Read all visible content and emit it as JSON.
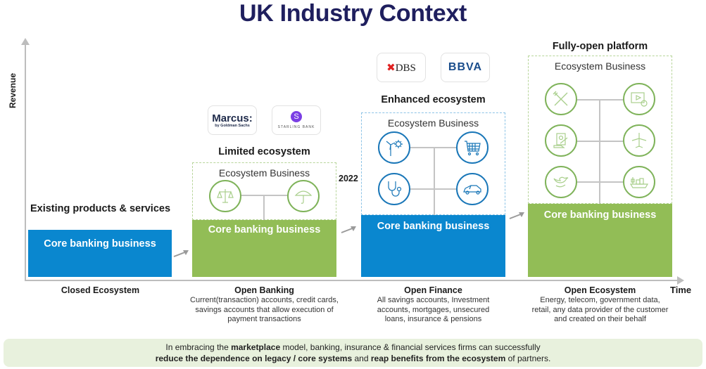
{
  "title": "UK Industry Context",
  "axes": {
    "y_label": "Revenue",
    "x_label": "Time"
  },
  "year_marker": "2022",
  "colors": {
    "title": "#1f1f5e",
    "core_blue": "#0a87cf",
    "core_green": "#92bd56",
    "footer_bg": "#e8f1dd"
  },
  "stages": [
    {
      "heading": "Existing products & services",
      "core_label": "Core banking business",
      "caption_title": "Closed Ecosystem",
      "caption_desc": ""
    },
    {
      "heading": "Limited ecosystem",
      "logos": [
        {
          "name": "Marcus:",
          "sub": "by Goldman Sachs"
        },
        {
          "name": "STARLING BANK"
        }
      ],
      "ecosystem_label": "Ecosystem Business",
      "icons": [
        "scales-icon",
        "umbrella-icon"
      ],
      "core_label": "Core banking business",
      "caption_title": "Open Banking",
      "caption_desc": "Current(transaction) accounts, credit cards, savings accounts that allow execution of payment transactions"
    },
    {
      "heading": "Enhanced ecosystem",
      "logos": [
        {
          "name": "DBS"
        },
        {
          "name": "BBVA"
        }
      ],
      "ecosystem_label": "Ecosystem Business",
      "icons": [
        "wind-solar-energy-icon",
        "shopping-cart-icon",
        "stethoscope-icon",
        "car-icon"
      ],
      "core_label": "Core banking business",
      "caption_title": "Open Finance",
      "caption_desc": "All savings accounts, Investment accounts, mortgages, unsecured loans, insurance & pensions"
    },
    {
      "heading": "Fully-open platform",
      "ecosystem_label": "Ecosystem Business",
      "icons": [
        "fork-knife-icon",
        "video-streaming-icon",
        "government-document-icon",
        "airplane-icon",
        "social-bird-icon",
        "cargo-ship-icon"
      ],
      "core_label": "Core banking business",
      "caption_title": "Open Ecosystem",
      "caption_desc": "Energy, telecom, government data, retail, any data provider of the customer and created on their behalf"
    }
  ],
  "footer": {
    "line1_pre": "In embracing the ",
    "line1_bold": "marketplace",
    "line1_post": " model, banking, insurance & financial services firms can successfully",
    "line2_bold1": "reduce the dependence on legacy / core systems",
    "line2_mid": " and ",
    "line2_bold2": "reap benefits from the ecosystem",
    "line2_post": " of partners."
  }
}
